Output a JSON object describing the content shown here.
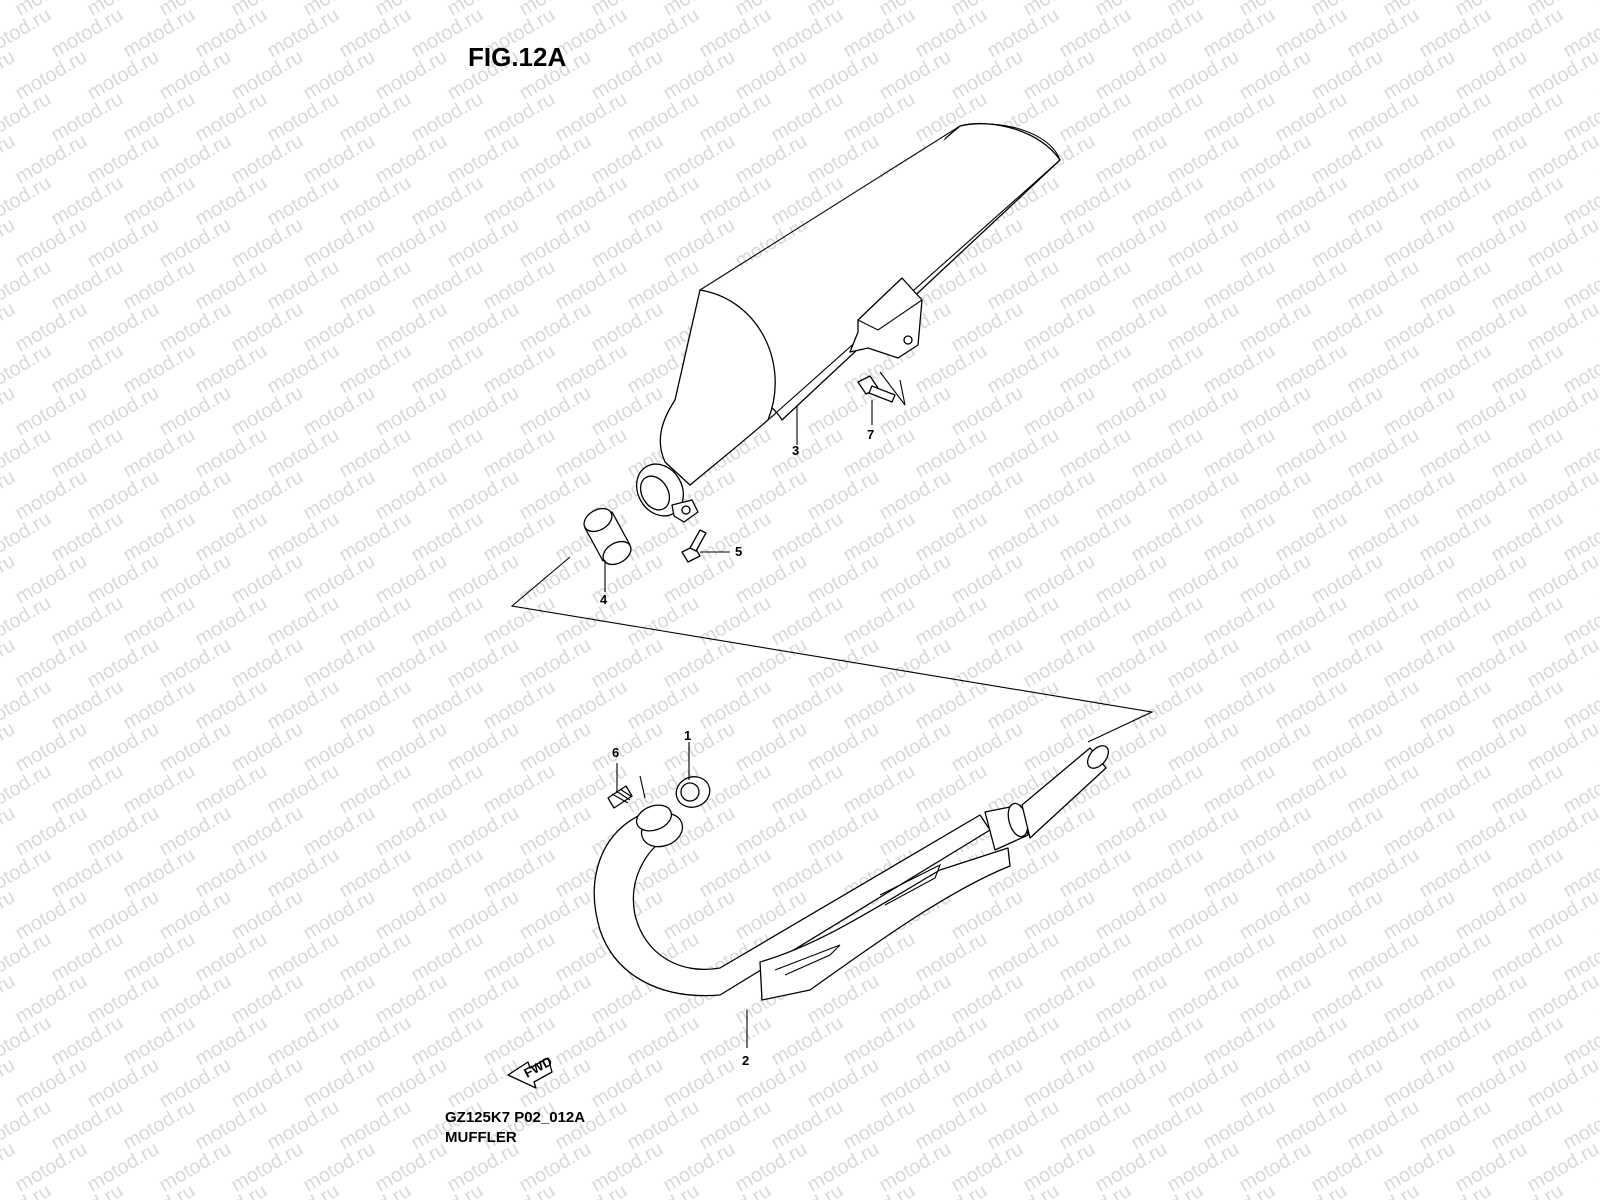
{
  "figure": {
    "title": "FIG.12A",
    "code": "GZ125K7 P02_012A",
    "name": "MUFFLER"
  },
  "watermark": {
    "text": "motod.ru"
  },
  "fwd_label": "FWD",
  "callouts": [
    {
      "id": "1",
      "label": "1"
    },
    {
      "id": "2",
      "label": "2"
    },
    {
      "id": "3",
      "label": "3"
    },
    {
      "id": "4",
      "label": "4"
    },
    {
      "id": "5",
      "label": "5"
    },
    {
      "id": "6",
      "label": "6"
    },
    {
      "id": "7",
      "label": "7"
    }
  ],
  "parts": [
    {
      "callout": "1",
      "icon": "gasket-ring-icon"
    },
    {
      "callout": "2",
      "icon": "exhaust-pipe-icon"
    },
    {
      "callout": "3",
      "icon": "muffler-icon"
    },
    {
      "callout": "4",
      "icon": "connector-sleeve-icon"
    },
    {
      "callout": "5",
      "icon": "clamp-bolt-icon"
    },
    {
      "callout": "6",
      "icon": "stud-bolt-icon"
    },
    {
      "callout": "7",
      "icon": "mounting-bolt-icon"
    }
  ]
}
